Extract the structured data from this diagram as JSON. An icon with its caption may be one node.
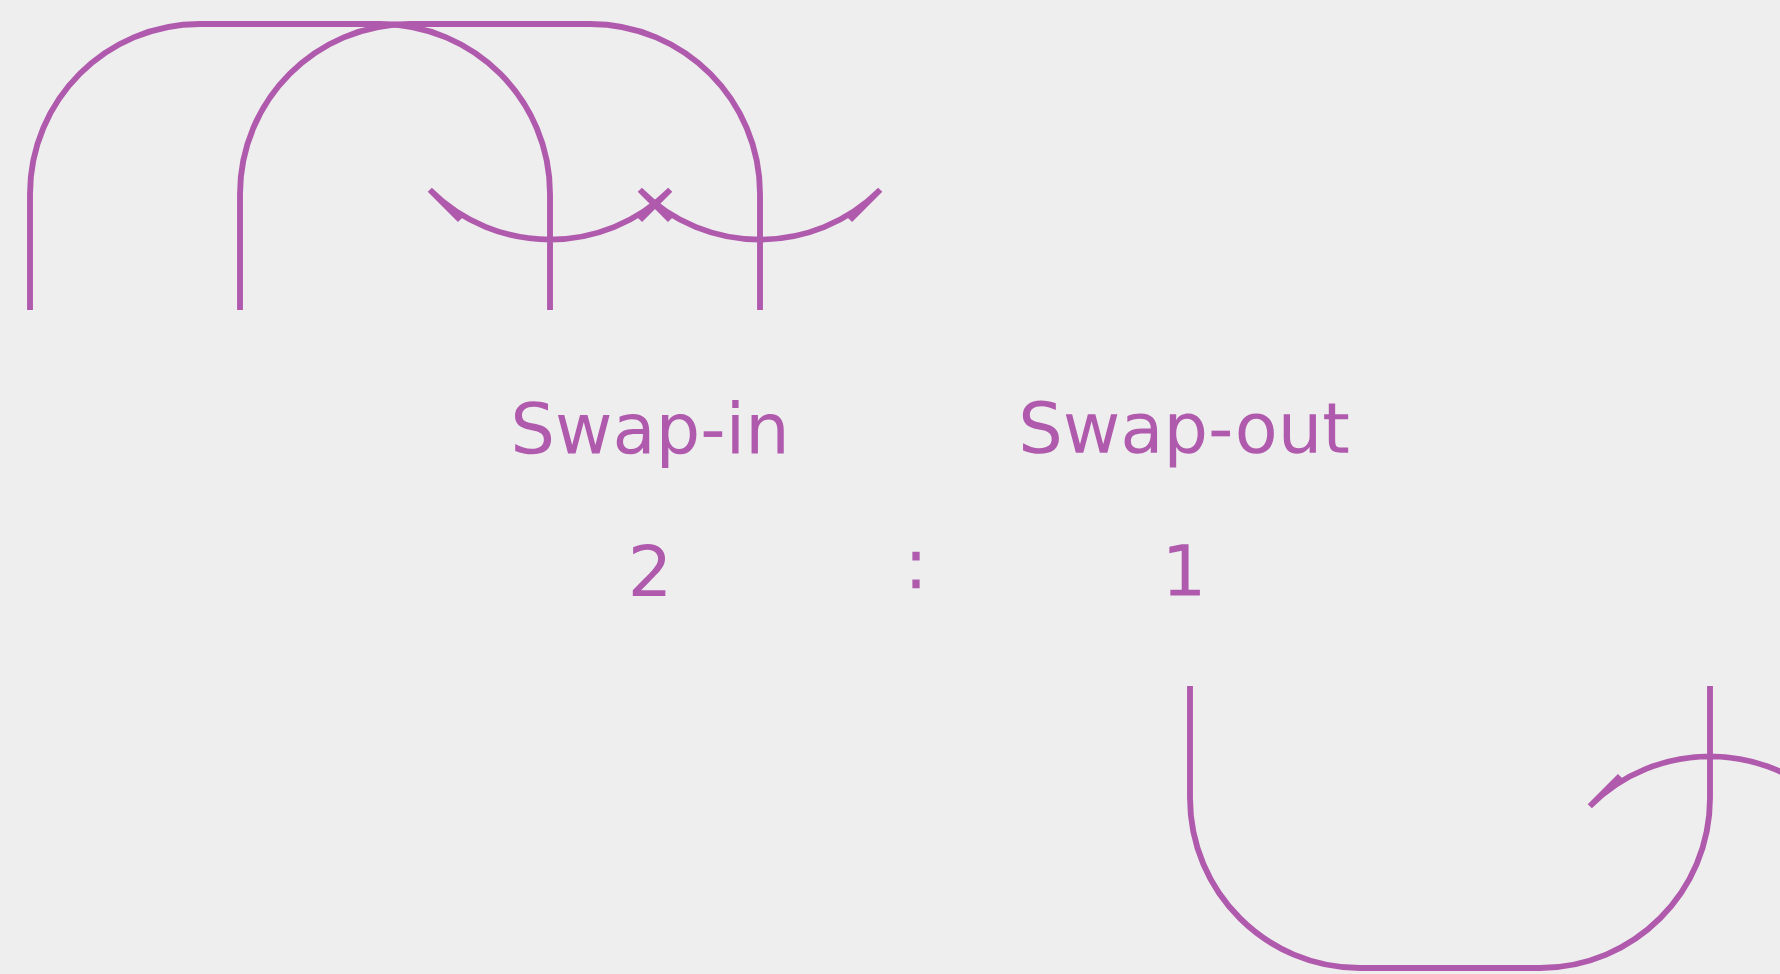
{
  "diagram": {
    "labels": [
      "Swap-in",
      "Swap-out",
      "2",
      ":",
      "1"
    ]
  }
}
